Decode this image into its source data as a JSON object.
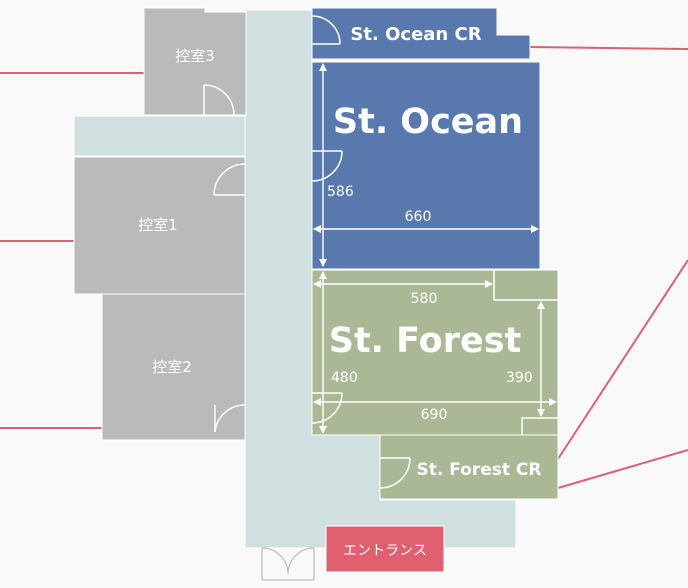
{
  "rooms": {
    "st_ocean_cr": "St. Ocean CR",
    "st_ocean": "St. Ocean",
    "st_forest": "St. Forest",
    "st_forest_cr": "St. Forest CR",
    "waiting_3": "控室3",
    "waiting_1": "控室1",
    "waiting_2": "控室2",
    "entrance": "エントランス"
  },
  "dimensions": {
    "ocean_height": "586",
    "ocean_width": "660",
    "forest_top_width": "580",
    "forest_left_height": "480",
    "forest_right_height": "390",
    "forest_bottom_width": "690"
  },
  "colors": {
    "ocean": "#5878ae",
    "forest": "#aab896",
    "waiting": "#bababa",
    "corridor": "#d0e0e0",
    "entrance": "#e06070",
    "leader": "#dc6073",
    "background": "#f9f9f9"
  }
}
